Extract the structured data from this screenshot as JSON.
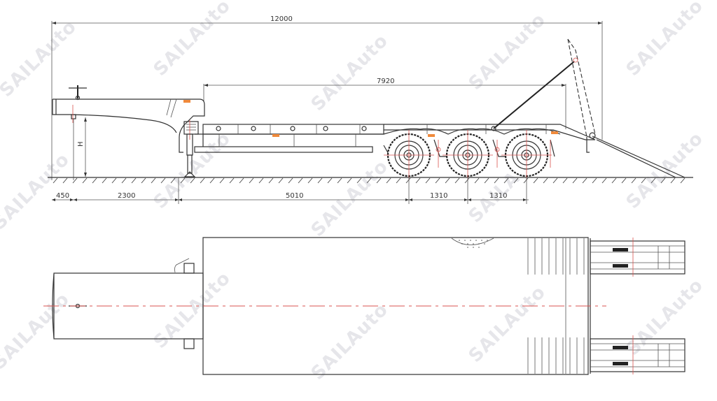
{
  "watermark": {
    "text": "SAILAuto",
    "color": "#e6e6ea",
    "accent": "#f2b5b5"
  },
  "colors": {
    "line": "#333333",
    "centerline": "#d9534f",
    "marker": "#f08a3c",
    "background": "#ffffff"
  },
  "side_view": {
    "title": "Side elevation - lowbed semi-trailer with hydraulic ramp",
    "dimensions": {
      "overall_length": "12000",
      "deck_length": "7920",
      "height_label": "H",
      "kingpin_offset": "450",
      "kingpin_to_landing_gear": "2300",
      "landing_gear_to_first_axle": "5010",
      "axle_spacing_1": "1310",
      "axle_spacing_2": "1310"
    },
    "axles": 3,
    "components": [
      "gooseneck",
      "kingpin",
      "landing-gear",
      "main-deck",
      "tandem-axle-group",
      "ramp-stay-bar",
      "rear-ramp-raised",
      "rear-ramp-lowered"
    ]
  },
  "top_view": {
    "title": "Plan view",
    "components": [
      "gooseneck-top",
      "main-deck-top",
      "spare-tyre-outline",
      "ramp-slats",
      "ramp-left",
      "ramp-right",
      "centerline"
    ]
  }
}
